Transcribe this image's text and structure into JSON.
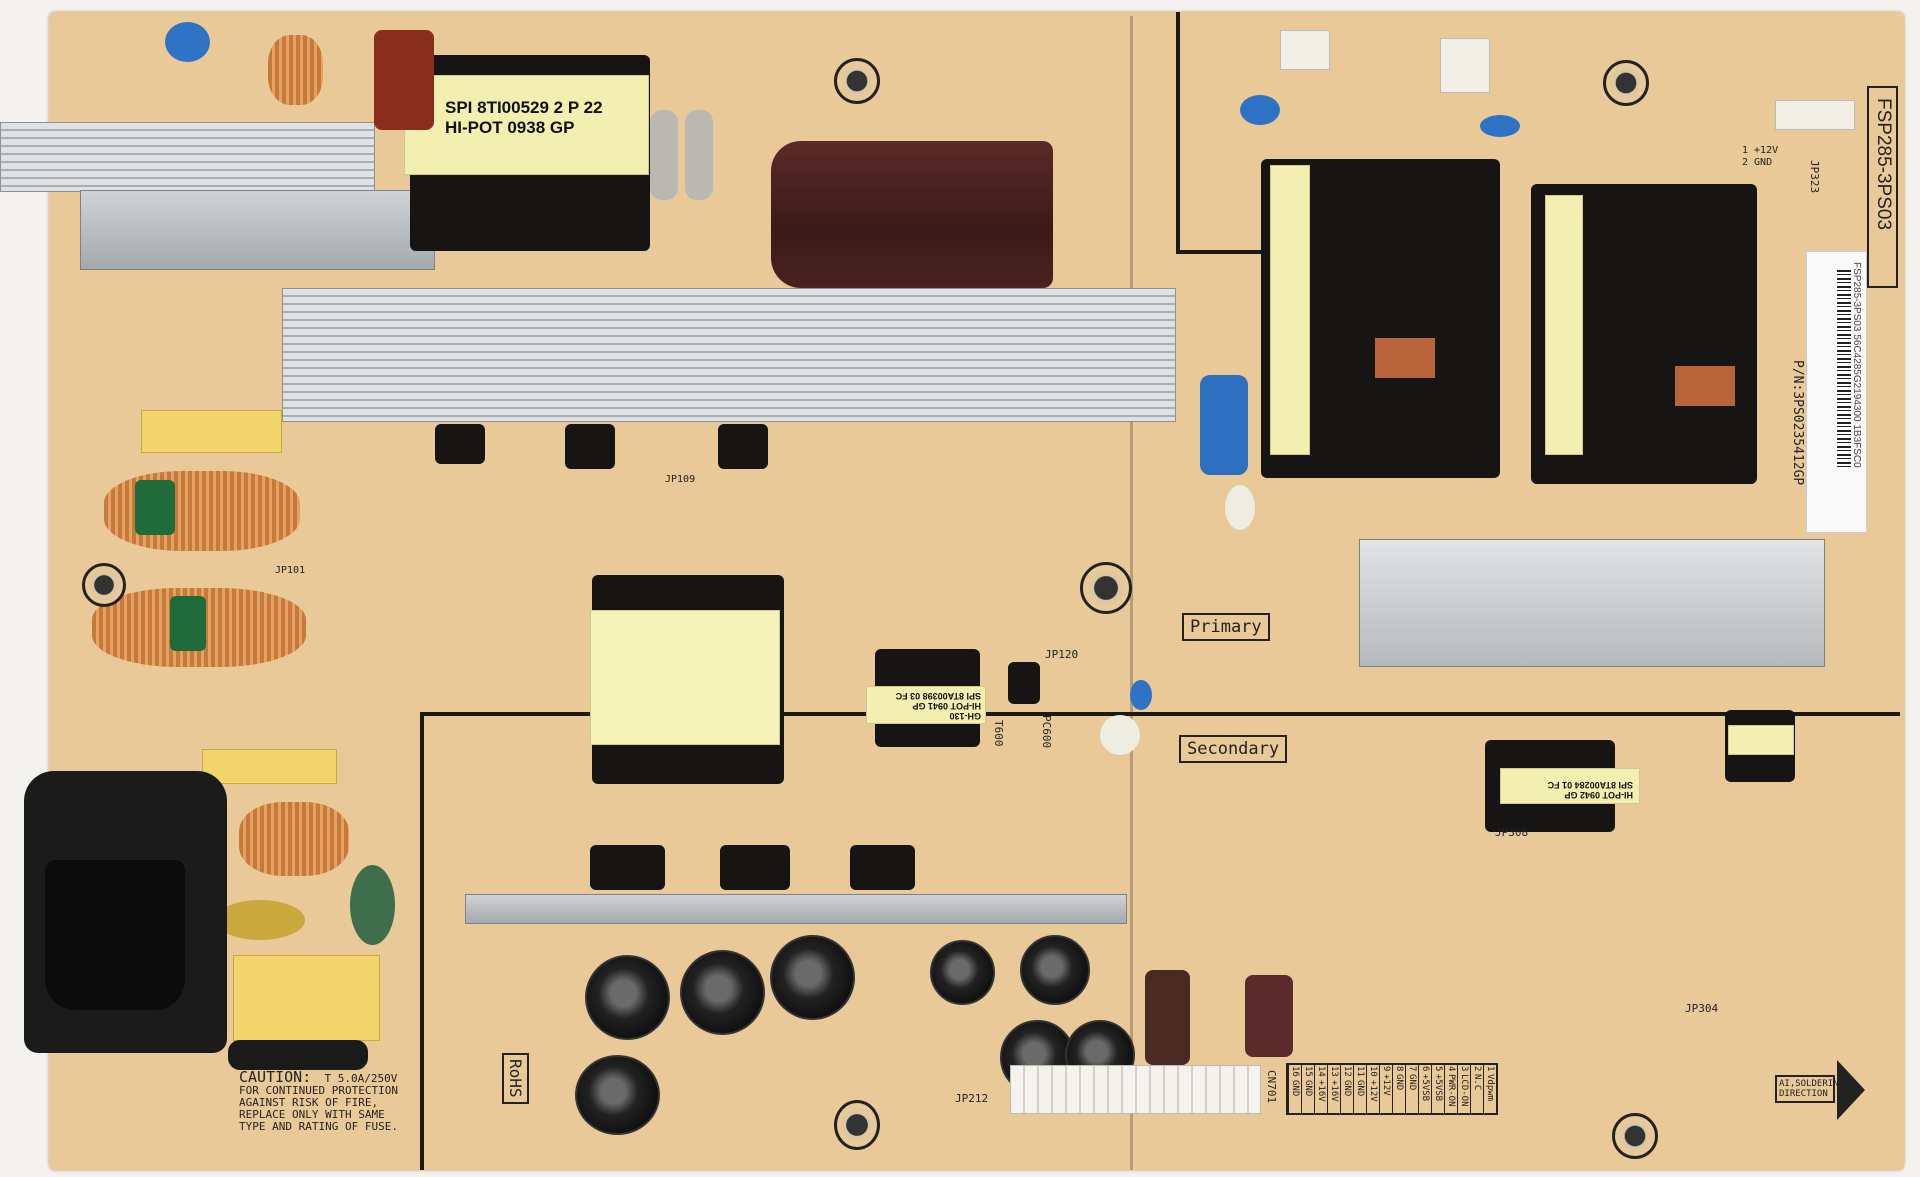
{
  "board": {
    "model_label": "FSP285-3PS03",
    "barcode_text": "FSP285-3PS03   56C4285G2194300 1B3FSC0",
    "part_number": "P/N:3PS0235412GP",
    "primary_label": "Primary",
    "secondary_label": "Secondary",
    "rohs_label": "RoHS",
    "soldering_label": "AI,SOLDERING DIRECTION"
  },
  "main_transformer": {
    "line1": "SPI 8TI00529   2 P 22",
    "line2": "HI-POT   0938   GP"
  },
  "standby_transformer": {
    "line1": "SPI 8TA00398 03 FC",
    "line2": "HI-POT 0941 GP",
    "line3": "GH-130"
  },
  "small_transformer": {
    "line1": "SPI 8TA00284  01 FC",
    "line2": "HI-POT   0942   GP"
  },
  "caution": {
    "title": "CAUTION:",
    "fuse": "T 5.0A/250V",
    "text": [
      "FOR CONTINUED PROTECTION",
      "AGAINST RISK OF FIRE,",
      "REPLACE ONLY WITH SAME",
      "TYPE AND RATING OF FUSE."
    ]
  },
  "connector_header": {
    "label": "JP323",
    "pins": [
      "1  +12V",
      "2  GND"
    ]
  },
  "pin_table": [
    {
      "pin": "1",
      "signal": "Vdpwm"
    },
    {
      "pin": "2",
      "signal": "N.C"
    },
    {
      "pin": "3",
      "signal": "LCD-ON"
    },
    {
      "pin": "4",
      "signal": "PWR-ON"
    },
    {
      "pin": "5",
      "signal": "+5VSB"
    },
    {
      "pin": "6",
      "signal": "+5VSB"
    },
    {
      "pin": "7",
      "signal": "GND"
    },
    {
      "pin": "8",
      "signal": "GND"
    },
    {
      "pin": "9",
      "signal": "+12V"
    },
    {
      "pin": "10",
      "signal": "+12V"
    },
    {
      "pin": "11",
      "signal": "GND"
    },
    {
      "pin": "12",
      "signal": "GND"
    },
    {
      "pin": "13",
      "signal": "+16V"
    },
    {
      "pin": "14",
      "signal": "+16V"
    },
    {
      "pin": "15",
      "signal": "GND"
    },
    {
      "pin": "16",
      "signal": "GND"
    }
  ],
  "silkscreen": {
    "t600": "T600",
    "pc600": "PC600",
    "jp120": "JP120",
    "jp308": "JP308",
    "jp304": "JP304",
    "jp212": "JP212",
    "jp109": "JP109",
    "jp101": "JP101",
    "cn701": "CN701"
  }
}
